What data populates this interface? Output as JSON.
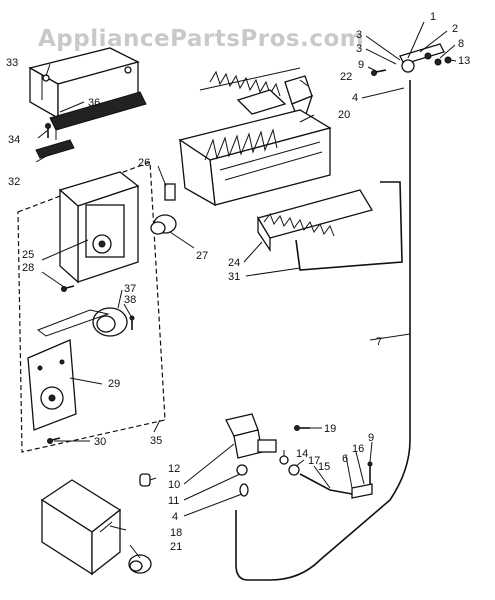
{
  "watermark": "AppliancePartsPros.com",
  "callouts": [
    "1",
    "2",
    "3",
    "3",
    "8",
    "9",
    "13",
    "33",
    "36",
    "34",
    "32",
    "22",
    "4",
    "20",
    "26",
    "25",
    "28",
    "27",
    "37",
    "38",
    "24",
    "31",
    "7",
    "29",
    "30",
    "35",
    "19",
    "14",
    "17",
    "16",
    "9",
    "6",
    "15",
    "12",
    "10",
    "11",
    "4",
    "18",
    "21"
  ]
}
